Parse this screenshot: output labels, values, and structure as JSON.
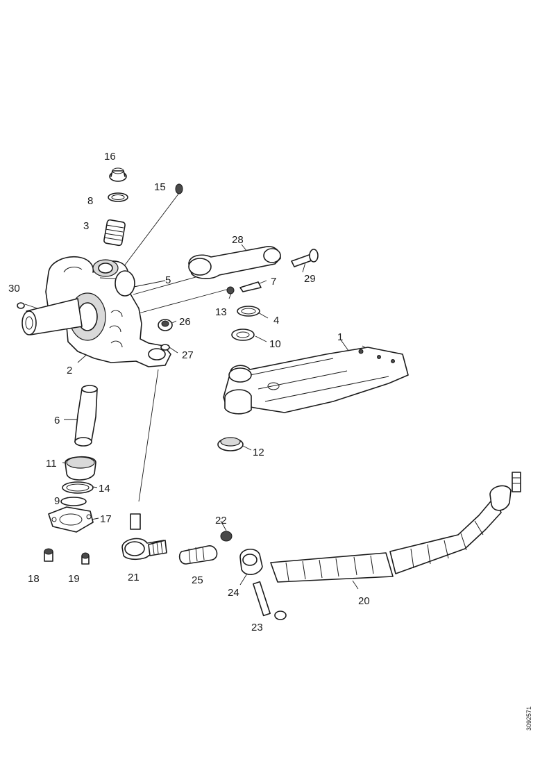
{
  "callouts": [
    {
      "id": "1",
      "label": "1"
    },
    {
      "id": "2",
      "label": "2"
    },
    {
      "id": "3",
      "label": "3"
    },
    {
      "id": "4",
      "label": "4"
    },
    {
      "id": "5",
      "label": "5"
    },
    {
      "id": "6",
      "label": "6"
    },
    {
      "id": "7",
      "label": "7"
    },
    {
      "id": "8",
      "label": "8"
    },
    {
      "id": "9",
      "label": "9"
    },
    {
      "id": "10",
      "label": "10"
    },
    {
      "id": "11",
      "label": "11"
    },
    {
      "id": "12",
      "label": "12"
    },
    {
      "id": "13",
      "label": "13"
    },
    {
      "id": "14",
      "label": "14"
    },
    {
      "id": "15",
      "label": "15"
    },
    {
      "id": "16",
      "label": "16"
    },
    {
      "id": "17",
      "label": "17"
    },
    {
      "id": "18",
      "label": "18"
    },
    {
      "id": "19",
      "label": "19"
    },
    {
      "id": "20",
      "label": "20"
    },
    {
      "id": "21",
      "label": "21"
    },
    {
      "id": "22",
      "label": "22"
    },
    {
      "id": "23",
      "label": "23"
    },
    {
      "id": "24",
      "label": "24"
    },
    {
      "id": "25",
      "label": "25"
    },
    {
      "id": "26",
      "label": "26"
    },
    {
      "id": "27",
      "label": "27"
    },
    {
      "id": "28",
      "label": "28"
    },
    {
      "id": "29",
      "label": "29"
    },
    {
      "id": "30",
      "label": "30"
    }
  ],
  "reference_code": "3092571"
}
